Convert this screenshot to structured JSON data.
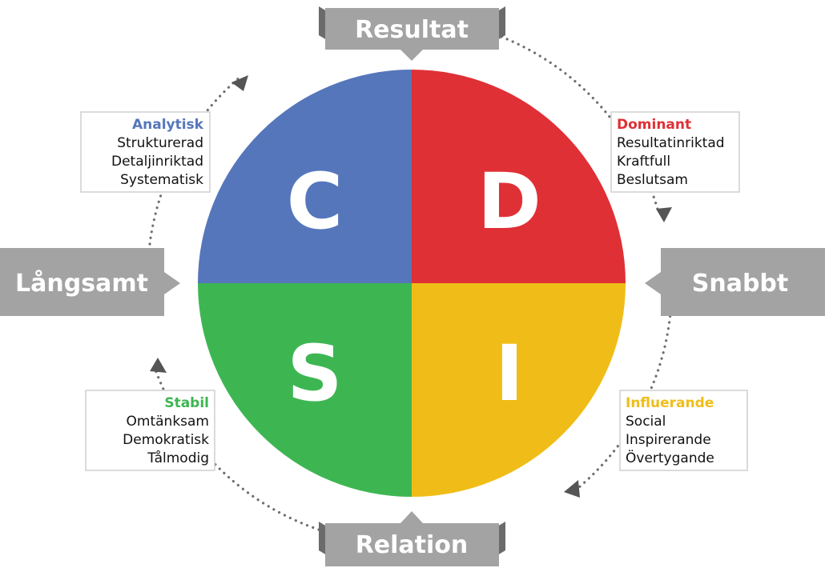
{
  "quadrants": [
    {
      "id": "c",
      "letter": "C",
      "color": "#5576bb"
    },
    {
      "id": "d",
      "letter": "D",
      "color": "#df3036"
    },
    {
      "id": "s",
      "letter": "S",
      "color": "#3db652"
    },
    {
      "id": "i",
      "letter": "I",
      "color": "#f0bd18"
    }
  ],
  "banners": {
    "top": "Resultat",
    "bottom": "Relation",
    "left": "Långsamt",
    "right": "Snabbt"
  },
  "traits": {
    "analytisk": {
      "title": "Analytisk",
      "color": "#5576bb",
      "items": [
        "Strukturerad",
        "Detaljinriktad",
        "Systematisk"
      ]
    },
    "dominant": {
      "title": "Dominant",
      "color": "#df3036",
      "items": [
        "Resultatinriktad",
        "Kraftfull",
        "Beslutsam"
      ]
    },
    "stabil": {
      "title": "Stabil",
      "color": "#3db652",
      "items": [
        "Omtänksam",
        "Demokratisk",
        "Tålmodig"
      ]
    },
    "influerande": {
      "title": "Influerande",
      "color": "#f0bd18",
      "items": [
        "Social",
        "Inspirerande",
        "Övertygande"
      ]
    }
  },
  "colors": {
    "banner": "#a3a3a3",
    "banner_shadow": "#6b6b6b",
    "dots": "#6f6f6f"
  }
}
